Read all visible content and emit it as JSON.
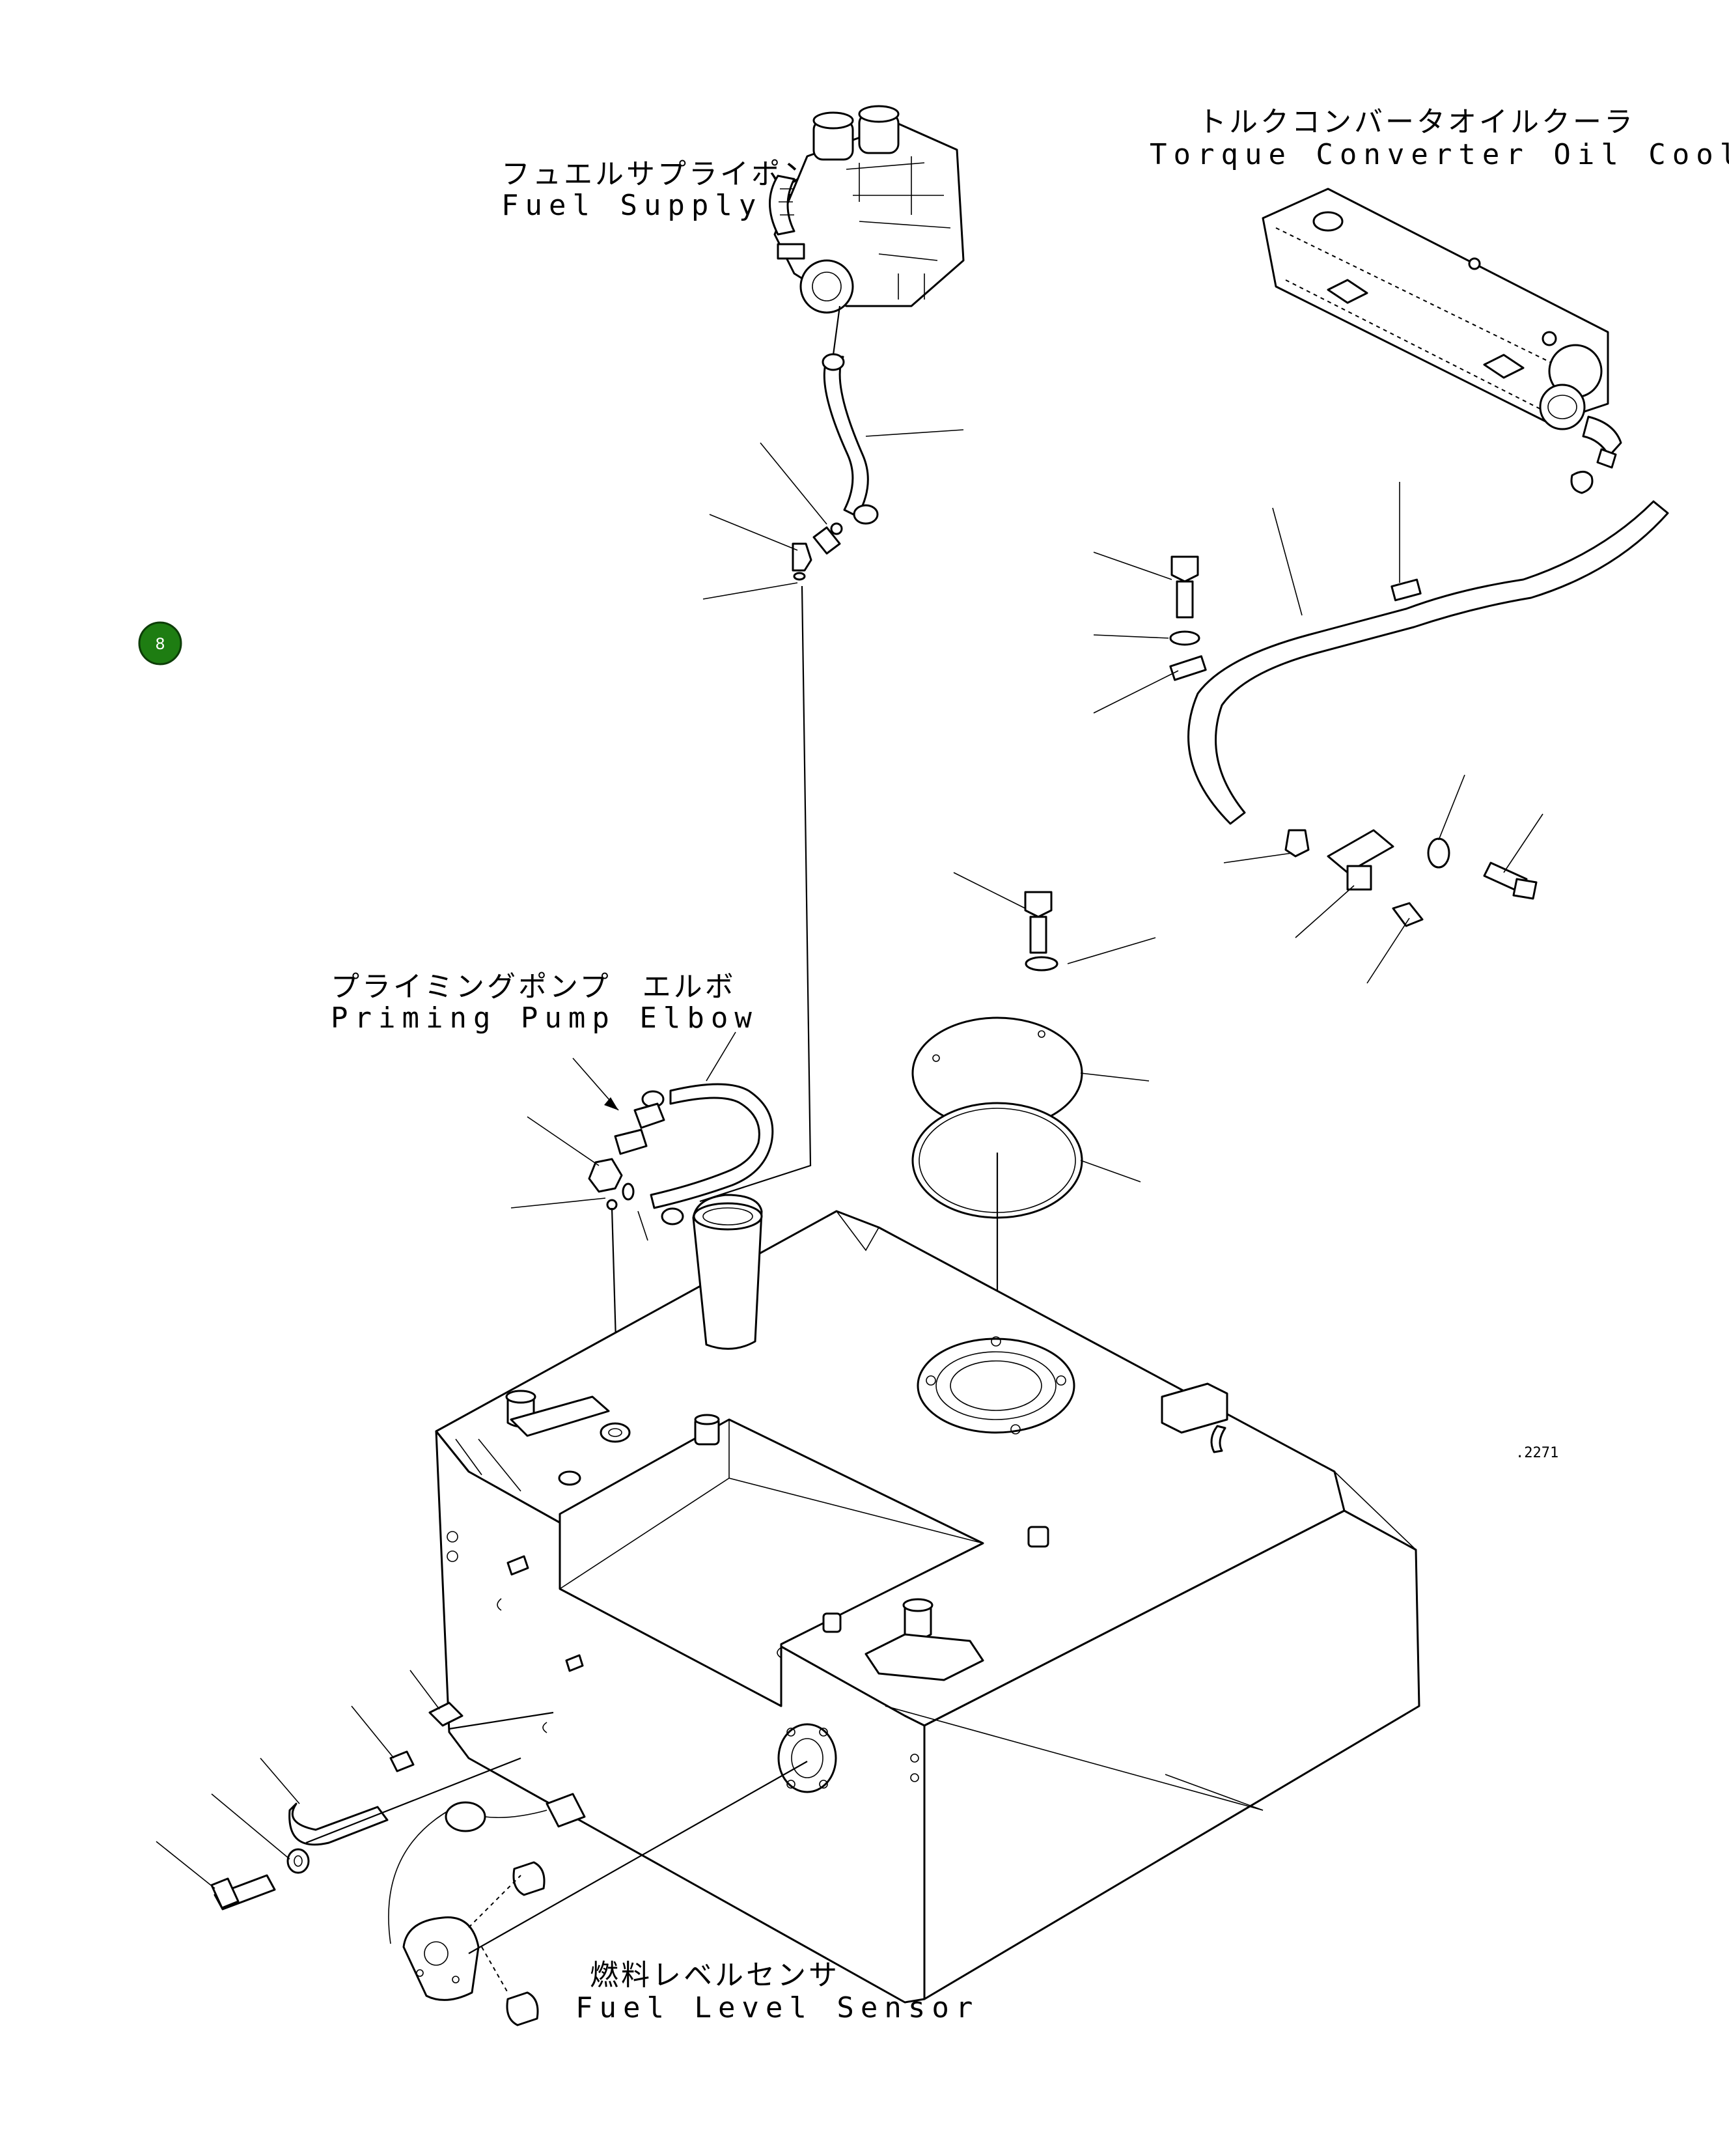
{
  "labels": {
    "fuel_supply_pump": {
      "jp": "フュエルサプライポンプ",
      "en": "Fuel Supply Pump"
    },
    "torque_converter_oil_cooler": {
      "jp": "トルクコンバータオイルクーラ",
      "en": "Torque Converter Oil Cooler"
    },
    "priming_pump_elbow": {
      "jp": "プライミングポンプ　エルボ",
      "en": "Priming Pump Elbow"
    },
    "fuel_level_sensor": {
      "jp": "燃料レベルセンサ",
      "en": "Fuel Level Sensor"
    }
  },
  "badge": {
    "number": "8",
    "color": "#1e7d12"
  },
  "drawing_code": ".2271"
}
